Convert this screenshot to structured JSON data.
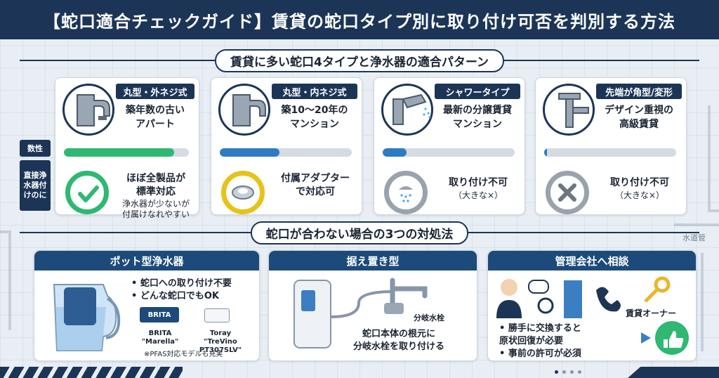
{
  "title": "【蛇口適合チェックガイド】賃貸の蛇口タイプ別に取り付け可否を判別する方法",
  "section1": "賃貸に多い蛇口4タイプと浄水器の適合パターン",
  "section2": "蛇口が合わない場合の3つの対処法",
  "row_labels": {
    "type": "数性",
    "direct": "直接浄水器付けのに"
  },
  "faucets": [
    {
      "type": "丸型・外ネジ式",
      "desc": "築年数の古い\nアパート",
      "level": 0.88,
      "bar_color": "#2eb872",
      "result": "ほぼ全製品が\n標準対応",
      "result_sub": "浄水器が少ないが\n付属けなれやすい",
      "icon": "check-icon",
      "result_color": "#2eb872"
    },
    {
      "type": "丸型・内ネジ式",
      "desc": "築10〜20年の\nマンション",
      "level": 0.45,
      "bar_color": "#2d7cc1",
      "result": "付属アダプター\nで対応可",
      "result_sub": "",
      "icon": "adapter-icon",
      "result_color": "#e8c21a"
    },
    {
      "type": "シャワータイプ",
      "desc": "最新の分譲賃貸\nマンション",
      "level": 0.18,
      "bar_color": "#2d7cc1",
      "result": "取り付け不可",
      "result_sub": "（大きな×）",
      "icon": "shower-icon",
      "result_color": "#9aa3ad"
    },
    {
      "type": "先端が角型/変形",
      "desc": "デザイン重視の\n高級賃貸",
      "level": 0.02,
      "bar_color": "#2d7cc1",
      "result": "取り付け不可",
      "result_sub": "（大きな×）",
      "icon": "x-icon",
      "result_color": "#9aa3ad"
    }
  ],
  "options": [
    {
      "title": "ポット型浄水器",
      "bullets": [
        "蛇口への取り付け不要",
        "どんな蛇口でもOK"
      ],
      "products": [
        {
          "brand": "BRITA",
          "name": "BRITA\n\"Marella\""
        },
        {
          "brand": "Toray",
          "name": "Toray\n\"TreVino PT307SLV\""
        }
      ],
      "note": "※PFAS対応モデルも充実"
    },
    {
      "title": "据え置き型",
      "label": "分岐水栓",
      "desc": "蛇口本体の根元に\n分岐水栓を取り付ける"
    },
    {
      "title": "管理会社へ相談",
      "owner": "賃貸オーナー",
      "bullets": [
        "勝手に交換すると\n原状回復が必要",
        "事前の許可が必須"
      ]
    }
  ],
  "pipe_label": "水道管"
}
